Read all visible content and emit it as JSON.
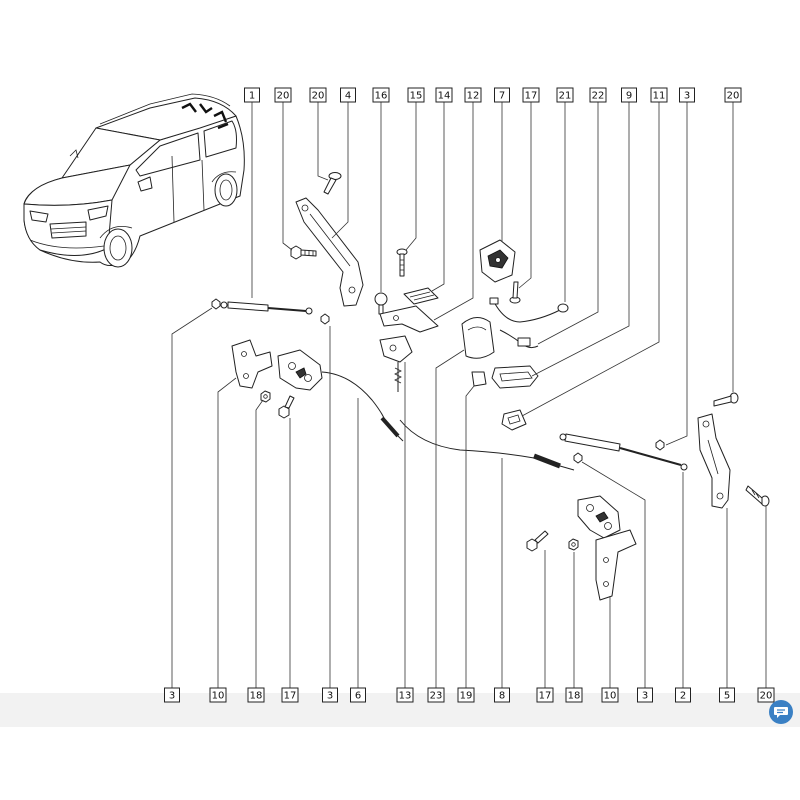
{
  "diagram": {
    "callouts_top": [
      "1",
      "20",
      "20",
      "4",
      "16",
      "15",
      "14",
      "12",
      "7",
      "17",
      "21",
      "22",
      "9",
      "11",
      "3",
      "20"
    ],
    "callouts_bottom": [
      "3",
      "10",
      "18",
      "17",
      "3",
      "6",
      "13",
      "23",
      "19",
      "8",
      "17",
      "18",
      "10",
      "3",
      "2",
      "5",
      "20"
    ]
  },
  "icons": {
    "chat_button": "chat-icon"
  },
  "colors": {
    "line_art": "#222222",
    "bottom_band": "#f2f2f2",
    "chat_button": "#3a80c4"
  }
}
